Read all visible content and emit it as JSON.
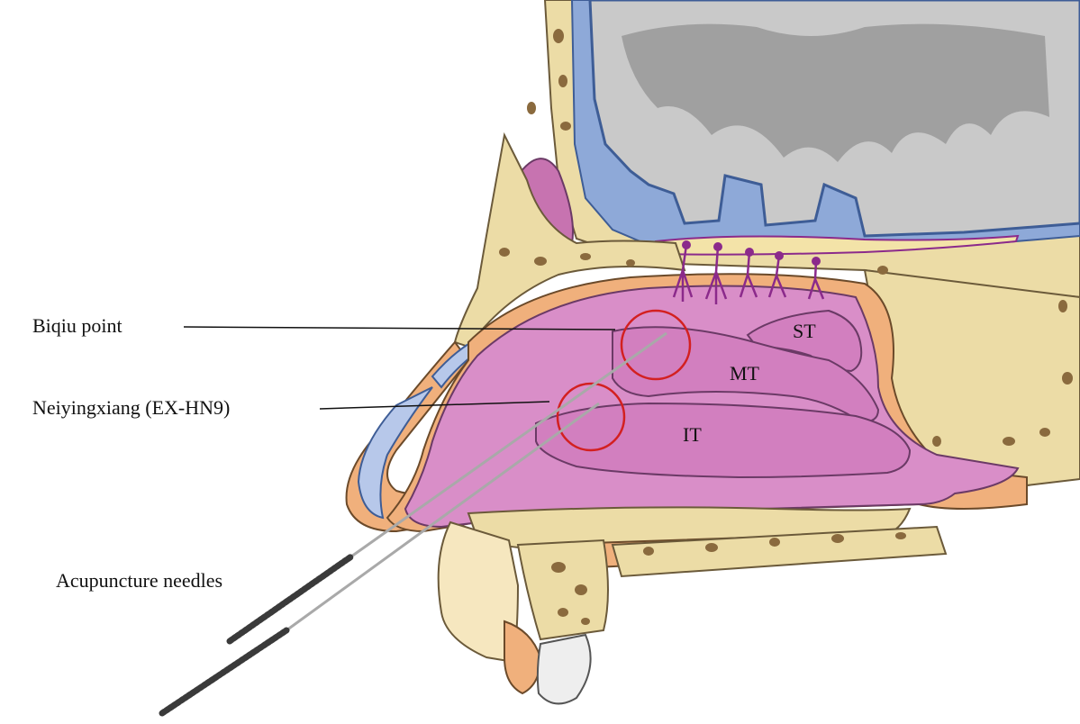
{
  "labels": {
    "biqiu": "Biqiu point",
    "neiyingxiang": "Neiyingxiang (EX-HN9)",
    "needles": "Acupuncture needles"
  },
  "turbinates": {
    "superior": "ST",
    "middle": "MT",
    "inferior": "IT"
  },
  "colors": {
    "mucosa_pink": "#d98ec8",
    "mucosa_dark": "#c46fb4",
    "bone_beige": "#ecdca6",
    "bone_pore": "#8a6a3e",
    "dura_blue": "#8ea9d8",
    "brain_gray": "#c9c9c9",
    "brain_dark": "#9b9b9b",
    "skin_orange": "#f0b07c",
    "cartilage_blue": "#b7c8ea",
    "nerve_purple": "#8b2a8b",
    "target_circle": "#d32020",
    "needle_gray": "#a9a9a9"
  }
}
